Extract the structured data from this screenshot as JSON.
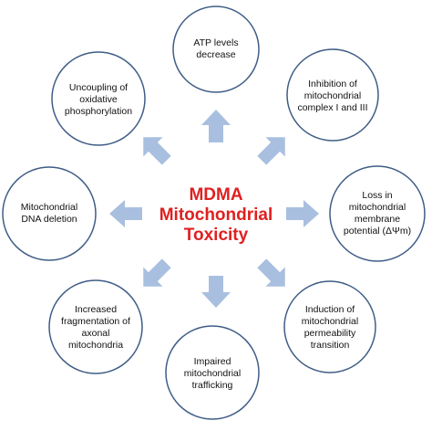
{
  "colors": {
    "circle_stroke": "#3f5d86",
    "circle_fill": "#ffffff",
    "arrow_fill": "#a9bfe0",
    "title": "#e02020"
  },
  "center": {
    "line1": "MDMA",
    "line2": "Mitochondrial",
    "line3": "Toxicity"
  },
  "nodes": {
    "atp": {
      "line1": "ATP levels",
      "line2": "decrease"
    },
    "inhibition": {
      "line1": "Inhibition of",
      "line2": "mitochondrial",
      "line3": "complex I and III"
    },
    "membrane": {
      "line1": "Loss in",
      "line2": "mitochondrial",
      "line3": "membrane",
      "line4": "potential (ΔΨm)"
    },
    "permeability": {
      "line1": "Induction of",
      "line2": "mitochondrial",
      "line3": "permeability",
      "line4": "transition"
    },
    "trafficking": {
      "line1": "Impaired",
      "line2": "mitochondrial",
      "line3": "trafficking"
    },
    "fragmentation": {
      "line1": "Increased",
      "line2": "fragmentation of",
      "line3": "axonal",
      "line4": "mitochondria"
    },
    "dna": {
      "line1": "Mitochondrial",
      "line2": "DNA deletion"
    },
    "uncoupling": {
      "line1": "Uncoupling of",
      "line2": "oxidative",
      "line3": "phosphorylation"
    }
  }
}
